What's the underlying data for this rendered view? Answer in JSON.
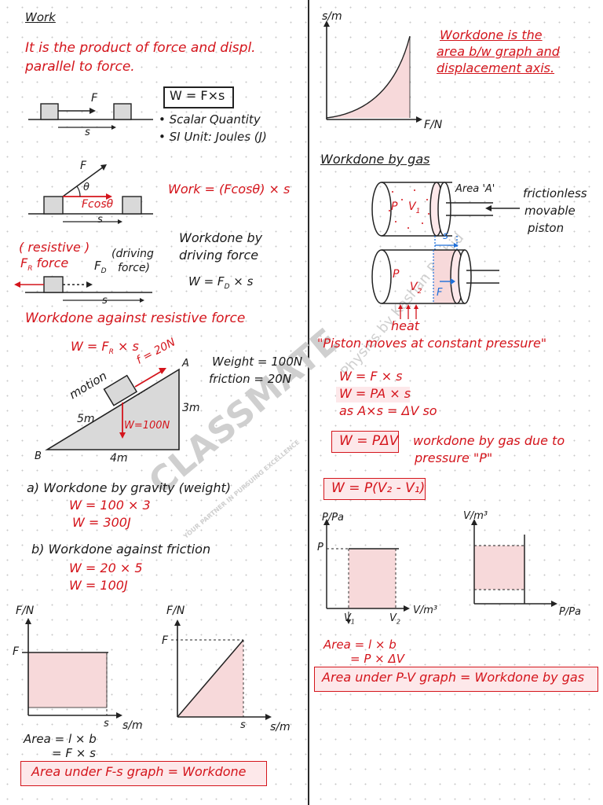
{
  "left": {
    "heading": "Work",
    "definition_1": "It is the product of force and displ.",
    "definition_2": "parallel to force.",
    "force_label": "F",
    "disp_label": "s",
    "formula_box": "W = F×s",
    "scalar": "• Scalar Quantity",
    "si_unit": "• SI Unit: Joules (J)",
    "angle_F": "F",
    "angle_theta": "θ",
    "angle_Fcos": "Fcosθ",
    "angle_s": "s",
    "work_formula": "Work = (Fcosθ) × s",
    "resistive_1": "( resistive )",
    "resistive_2": "F",
    "resistive_sub": "R",
    "resistive_3": "force",
    "driving_F": "F",
    "driving_sub": "D",
    "driving_1": "(driving",
    "driving_2": "force)",
    "driving_title_1": "Workdone by",
    "driving_title_2": "driving force",
    "driving_formula": "W = F",
    "driving_formula_sub": "D",
    "driving_formula_end": " × s",
    "drive_s": "s",
    "against_resistive": "Workdone against resistive force",
    "resistive_formula": "W = F",
    "resistive_formula_sub": "R",
    "resistive_formula_end": " × s",
    "incline_f": "f = 20N",
    "incline_A": "A",
    "incline_B": "B",
    "incline_motion": "motion",
    "incline_5m": "5m",
    "incline_3m": "3m",
    "incline_4m": "4m",
    "incline_W": "W=100N",
    "weight": "Weight = 100N",
    "friction": "friction = 20N",
    "q_a": "a) Workdone by gravity (weight)",
    "q_a_1": "W = 100 × 3",
    "q_a_2": "W = 300J",
    "q_b": "b) Workdone against friction",
    "q_b_1": "W = 20 × 5",
    "q_b_2": "W = 100J",
    "g1_y": "F/N",
    "g1_F": "F",
    "g1_s": "s",
    "g1_x": "s/m",
    "g2_y": "F/N",
    "g2_F": "F",
    "g2_s": "s",
    "g2_x": "s/m",
    "area_1": "Area = l × b",
    "area_2": "= F × s",
    "area_box": "Area under F-s graph = Workdone"
  },
  "right": {
    "curve_y": "s/m",
    "curve_x": "F/N",
    "area_note_1": "Workdone is the",
    "area_note_2": "area b/w graph and",
    "area_note_3": "displacement axis.",
    "gas_heading": "Workdone by gas",
    "cyl_P": "P",
    "cyl_V1": "V",
    "cyl_V1_sub": "1",
    "cyl_area": "Area 'A'",
    "frictionless_1": "frictionless",
    "frictionless_2": "movable",
    "frictionless_3": "piston",
    "cyl_s": "s",
    "cyl2_P": "P",
    "cyl2_V2": "V",
    "cyl2_V2_sub": "2",
    "cyl2_F": "F",
    "heat": "heat",
    "const_pressure": "\"Piston moves at constant pressure\"",
    "eq_1": "W = F × s",
    "eq_2": "W = PA × s",
    "eq_3": "as   A×s = ΔV   so",
    "box_pdv": "W = PΔV",
    "pdv_note_1": "workdone by gas due to",
    "pdv_note_2": "pressure \"P\"",
    "box_pv": "W = P(V₂ - V₁)",
    "pv_y": "P/Pa",
    "pv_P": "P",
    "pv_x": "V/m³",
    "pv_V1": "V",
    "pv_V1_sub": "1",
    "pv_V2": "V",
    "pv_V2_sub": "2",
    "vp_y": "V/m³",
    "vp_x": "P/Pa",
    "area_1": "Area = l × b",
    "area_2": "= P × ΔV",
    "area_box": "Area under P-V graph = Workdone by gas"
  },
  "watermarks": {
    "brand": "CLASSMATE",
    "tagline": "YOUR PARTNER IN PURSUING EXCELLENCE",
    "author": "Physics by Kashan Rashid"
  },
  "colors": {
    "ink": "#1a1a1a",
    "red_ink": "#d4151c",
    "shade": "#f7d9da"
  }
}
